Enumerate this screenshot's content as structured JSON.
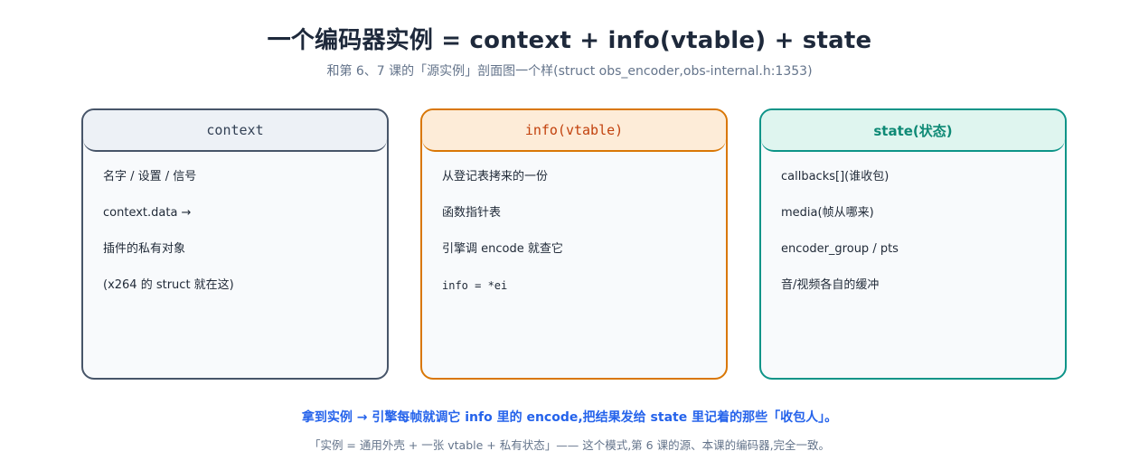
{
  "title": "一个编码器实例 = context + info(vtable) + state",
  "subtitle": "和第 6、7 课的「源实例」剖面图一个样(struct obs_encoder,obs-internal.h:1353)",
  "boxes": [
    {
      "header": "context",
      "color": "#475569",
      "items": [
        "名字 / 设置 / 信号",
        "context.data →",
        "插件的私有对象",
        "(x264 的 struct 就在这)"
      ]
    },
    {
      "header": "info(vtable)",
      "color": "#d97706",
      "items": [
        "从登记表拷来的一份",
        "函数指针表",
        "引擎调 encode 就查它",
        "info = *ei"
      ]
    },
    {
      "header": "state(状态)",
      "color": "#0d9488",
      "items": [
        "callbacks[](谁收包)",
        "media(帧从哪来)",
        "encoder_group / pts",
        "音/视频各自的缓冲"
      ]
    }
  ],
  "footer": {
    "main": "拿到实例 → 引擎每帧就调它 info 里的 encode,把结果发给 state 里记着的那些「收包人」。",
    "sub": "「实例 = 通用外壳 + 一张 vtable + 私有状态」—— 这个模式,第 6 课的源、本课的编码器,完全一致。"
  }
}
